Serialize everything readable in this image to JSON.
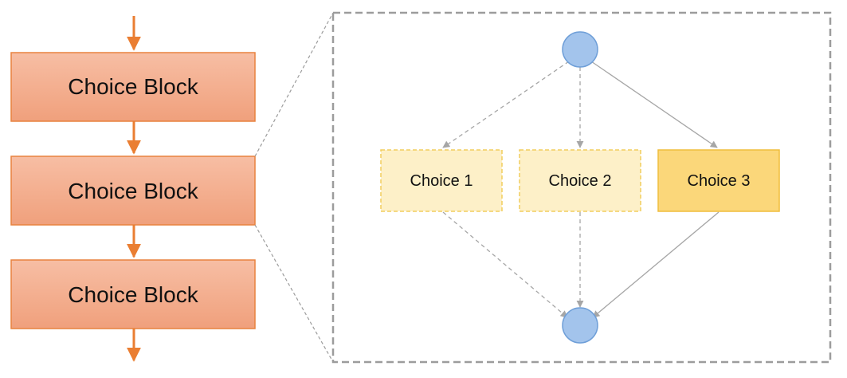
{
  "blocks": [
    {
      "label": "Choice Block"
    },
    {
      "label": "Choice Block"
    },
    {
      "label": "Choice Block"
    }
  ],
  "detail": {
    "choices": [
      {
        "label": "Choice 1",
        "selected": false
      },
      {
        "label": "Choice 2",
        "selected": false
      },
      {
        "label": "Choice 3",
        "selected": true
      }
    ]
  },
  "colors": {
    "block_fill_top": "#f6b79b",
    "block_fill_bottom": "#f0a07a",
    "block_border": "#e8823f",
    "flow_arrow": "#ea7e32",
    "node_fill": "#a3c4ec",
    "node_border": "#6f9fd8",
    "choice_fill": "#fdf0c8",
    "choice_border": "#f2cd5e",
    "choice_selected_fill": "#fbd77a",
    "choice_selected_border": "#f0bd3c",
    "edge": "#a6a6a6",
    "frame": "#9c9c9c"
  }
}
